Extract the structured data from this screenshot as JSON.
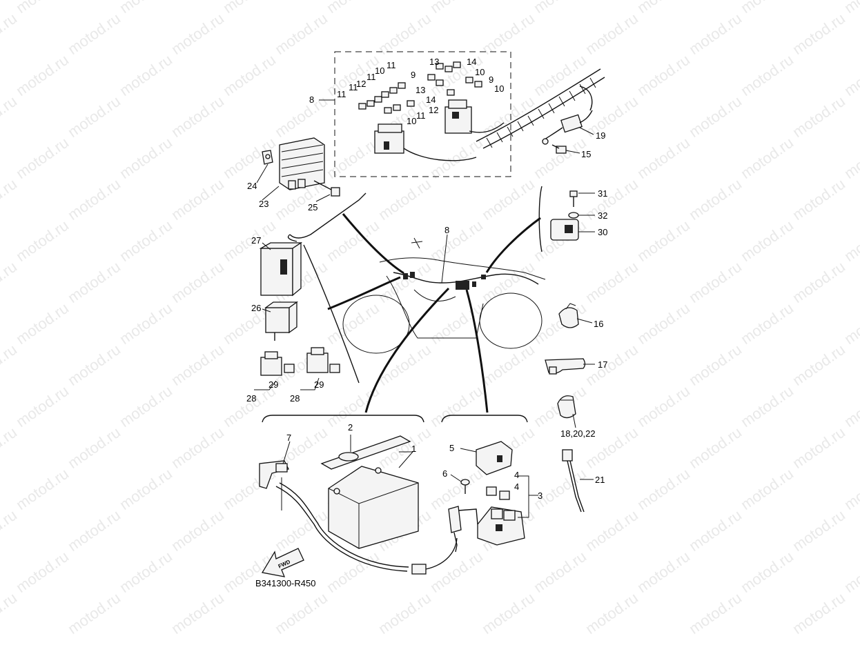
{
  "watermark": "motod.ru",
  "diagram_code": "B341300-R450",
  "fwd_label": "FWD",
  "callouts": {
    "c1": "1",
    "c2": "2",
    "c3": "3",
    "c4a": "4",
    "c4b": "4",
    "c5": "5",
    "c6": "6",
    "c7": "7",
    "c8a": "8",
    "c8b": "8",
    "c9a": "9",
    "c9b": "9",
    "c10a": "10",
    "c10b": "10",
    "c10c": "10",
    "c10d": "10",
    "c11a": "11",
    "c11b": "11",
    "c11c": "11",
    "c11d": "11",
    "c11e": "11",
    "c12a": "12",
    "c12b": "12",
    "c13a": "13",
    "c13b": "13",
    "c14a": "14",
    "c14b": "14",
    "c15": "15",
    "c16": "16",
    "c17": "17",
    "c18": "18,20,22",
    "c19": "19",
    "c21": "21",
    "c23": "23",
    "c24": "24",
    "c25": "25",
    "c26": "26",
    "c27": "27",
    "c28a": "28",
    "c28b": "28",
    "c29a": "29",
    "c29b": "29",
    "c30": "30",
    "c31": "31",
    "c32": "32"
  }
}
